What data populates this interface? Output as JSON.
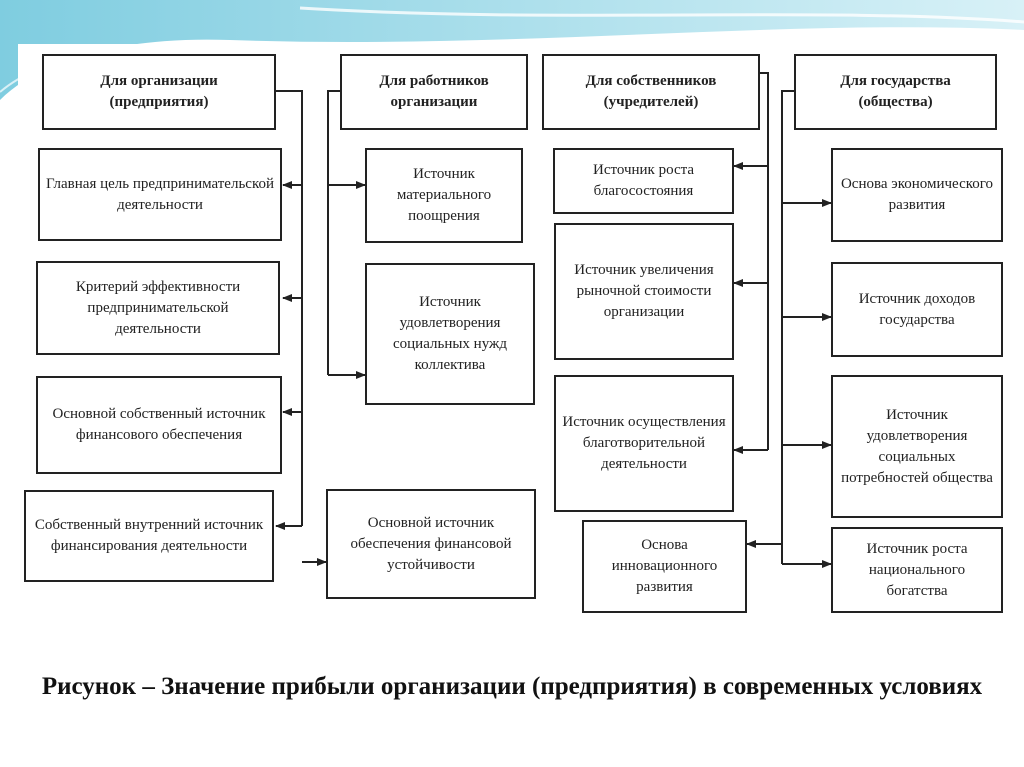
{
  "diagram": {
    "col_org": {
      "header": "Для организации (предприятия)",
      "items": [
        "Главная цель предпринимательской деятельности",
        "Критерий эффективности предпринимательской деятельности",
        "Основной собственный источник финансового обеспечения",
        "Собственный внутренний источник финансирования деятельности"
      ]
    },
    "col_workers": {
      "header": "Для работников организации",
      "items": [
        "Источник материального поощрения",
        "Источник удовлетворения социальных нужд коллектива",
        "Основной источник обеспечения финансовой устойчивости"
      ]
    },
    "col_owners": {
      "header": "Для собственников (учредителей)",
      "items": [
        "Источник роста благосостояния",
        "Источник увеличения рыночной стоимости организации",
        "Источник осуществления благотворительной деятельности",
        "Основа инновационного развития"
      ]
    },
    "col_state": {
      "header": "Для государства (общества)",
      "items": [
        "Основа экономического развития",
        "Источник доходов государства",
        "Источник удовлетворения социальных потребностей общества",
        "Источник роста национального богатства"
      ]
    }
  },
  "caption": "Рисунок – Значение прибыли организации (предприятия) в современных условиях"
}
